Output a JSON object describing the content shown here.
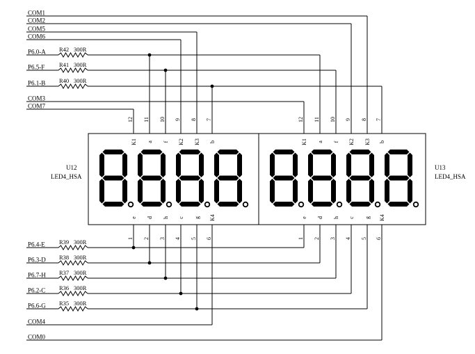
{
  "colors": {
    "ink": "#000000",
    "paper": "#ffffff"
  },
  "top_nets": [
    {
      "label": "COM1"
    },
    {
      "label": "COM2"
    },
    {
      "label": "COM5"
    },
    {
      "label": "COM6"
    },
    {
      "label": "P6.0-A",
      "resistor": {
        "ref": "R42",
        "value": "300R"
      }
    },
    {
      "label": "P6.5-F",
      "resistor": {
        "ref": "R41",
        "value": "300R"
      }
    },
    {
      "label": "P6.1-B",
      "resistor": {
        "ref": "R40",
        "value": "300R"
      }
    },
    {
      "label": "COM3"
    },
    {
      "label": "COM7"
    }
  ],
  "bottom_nets": [
    {
      "label": "P6.4-E",
      "resistor": {
        "ref": "R39",
        "value": "300R"
      }
    },
    {
      "label": "P6.3-D",
      "resistor": {
        "ref": "R38",
        "value": "300R"
      }
    },
    {
      "label": "P6.7-H",
      "resistor": {
        "ref": "R37",
        "value": "300R"
      }
    },
    {
      "label": "P6.2-C",
      "resistor": {
        "ref": "R36",
        "value": "300R"
      }
    },
    {
      "label": "P6.6-G",
      "resistor": {
        "ref": "R35",
        "value": "300R"
      }
    },
    {
      "label": "COM4"
    },
    {
      "label": "COM0"
    }
  ],
  "displays": [
    {
      "ref": "U12",
      "part": "LED4_HSA",
      "top_pins": [
        {
          "num": "12",
          "name": "K1"
        },
        {
          "num": "11",
          "name": "a"
        },
        {
          "num": "10",
          "name": "f"
        },
        {
          "num": "9",
          "name": "K2"
        },
        {
          "num": "8",
          "name": "K3"
        },
        {
          "num": "7",
          "name": "b"
        }
      ],
      "bottom_pins": [
        {
          "num": "1",
          "name": "e"
        },
        {
          "num": "2",
          "name": "d"
        },
        {
          "num": "3",
          "name": "h"
        },
        {
          "num": "4",
          "name": "c"
        },
        {
          "num": "5",
          "name": "g"
        },
        {
          "num": "6",
          "name": "K4"
        }
      ]
    },
    {
      "ref": "U13",
      "part": "LED4_HSA",
      "top_pins": [
        {
          "num": "12",
          "name": "K1"
        },
        {
          "num": "11",
          "name": "a"
        },
        {
          "num": "10",
          "name": "f"
        },
        {
          "num": "9",
          "name": "K2"
        },
        {
          "num": "8",
          "name": "K3"
        },
        {
          "num": "7",
          "name": "b"
        }
      ],
      "bottom_pins": [
        {
          "num": "1",
          "name": "e"
        },
        {
          "num": "2",
          "name": "d"
        },
        {
          "num": "3",
          "name": "h"
        },
        {
          "num": "4",
          "name": "c"
        },
        {
          "num": "5",
          "name": "g"
        },
        {
          "num": "6",
          "name": "K4"
        }
      ]
    }
  ]
}
